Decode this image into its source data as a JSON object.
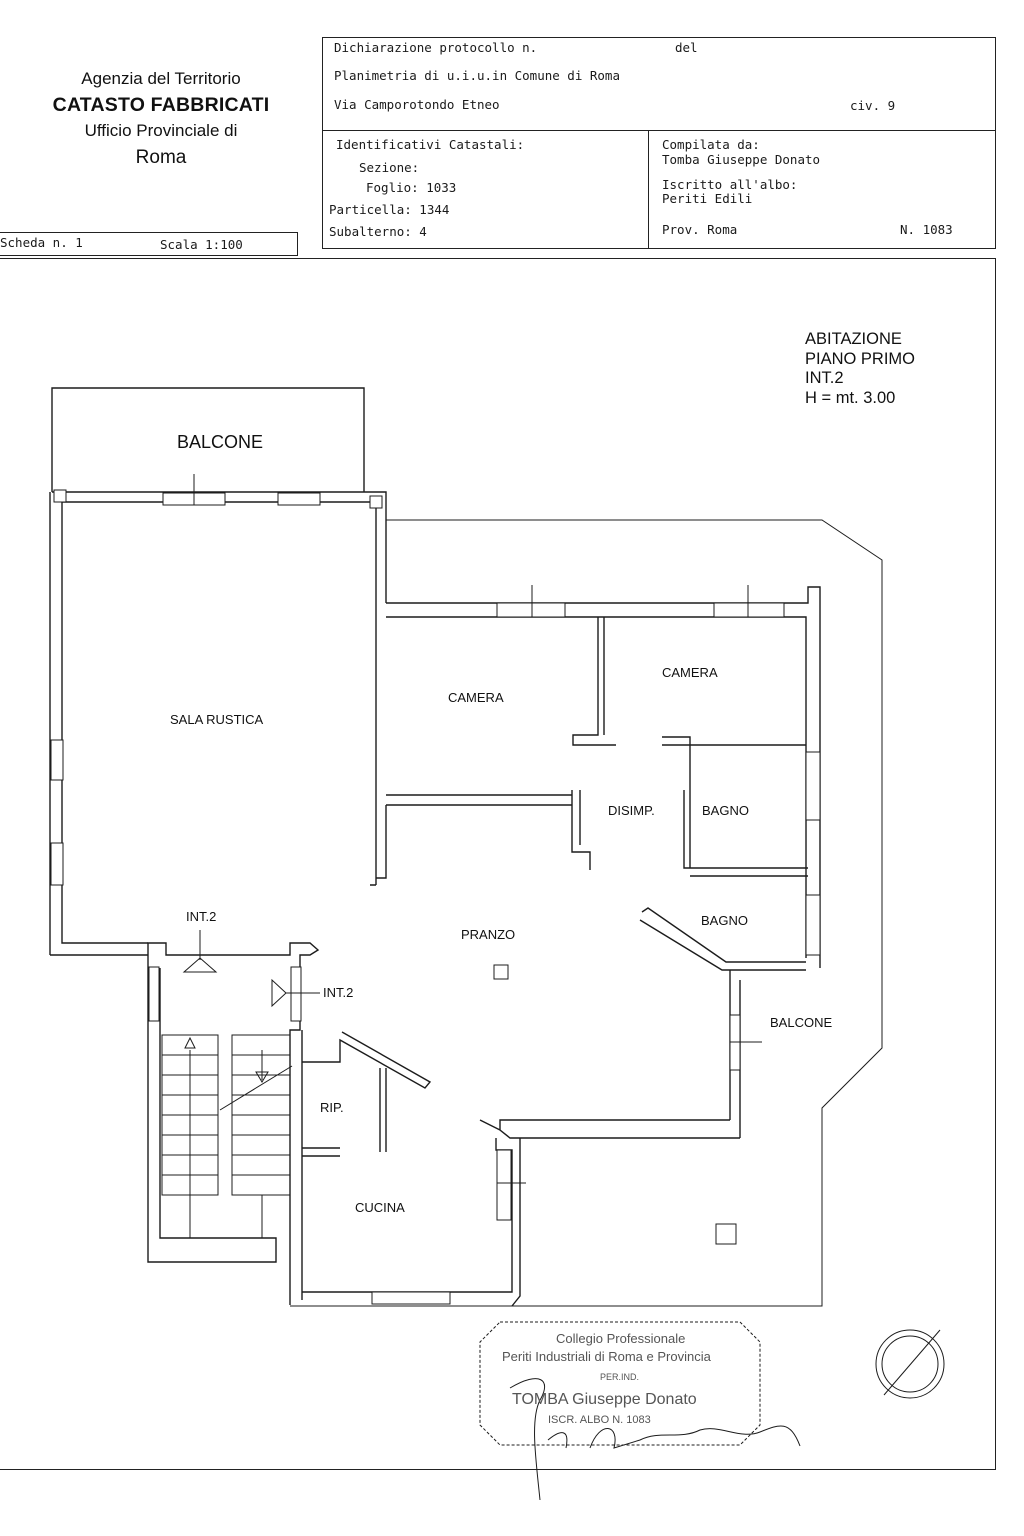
{
  "agency": {
    "line1": "Agenzia del Territorio",
    "line2": "CATASTO FABBRICATI",
    "line3": "Ufficio Provinciale di",
    "line4": "Roma"
  },
  "scheda": {
    "label": "Scheda n. 1",
    "scale": "Scala 1:100"
  },
  "declaration": {
    "protocol_label": "Dichiarazione protocollo n.",
    "date_label": "del",
    "plan_label": "Planimetria di u.i.u.in Comune di Roma",
    "street": "Via Camporotondo Etneo",
    "civic": "civ. 9"
  },
  "identifiers": {
    "title": "Identificativi Catastali:",
    "sezione": "Sezione:",
    "foglio": "Foglio: 1033",
    "particella": "Particella: 1344",
    "subalterno": "Subalterno: 4"
  },
  "compiler": {
    "title": "Compilata da:",
    "name": "Tomba Giuseppe Donato",
    "register_label": "Iscritto all'albo:",
    "register": "Periti Edili",
    "province": "Prov. Roma",
    "number": "N.  1083"
  },
  "unit_info": {
    "line1": "ABITAZIONE",
    "line2": "PIANO PRIMO",
    "line3": "INT.2",
    "line4": "H = mt. 3.00"
  },
  "rooms": {
    "balcone_top": "BALCONE",
    "sala": "SALA RUSTICA",
    "camera1": "CAMERA",
    "camera2": "CAMERA",
    "disimp": "DISIMP.",
    "bagno1": "BAGNO",
    "bagno2": "BAGNO",
    "pranzo": "PRANZO",
    "balcone_right": "BALCONE",
    "rip": "RIP.",
    "cucina": "CUCINA",
    "int_top": "INT.2",
    "int_side": "INT.2"
  },
  "stamp": {
    "line1": "Collegio Professionale",
    "line2": "Periti Industriali di Roma e Provincia",
    "line3": "PER.IND.",
    "line4": "TOMBA Giuseppe Donato",
    "line5": "ISCR. ALBO N. 1083"
  }
}
